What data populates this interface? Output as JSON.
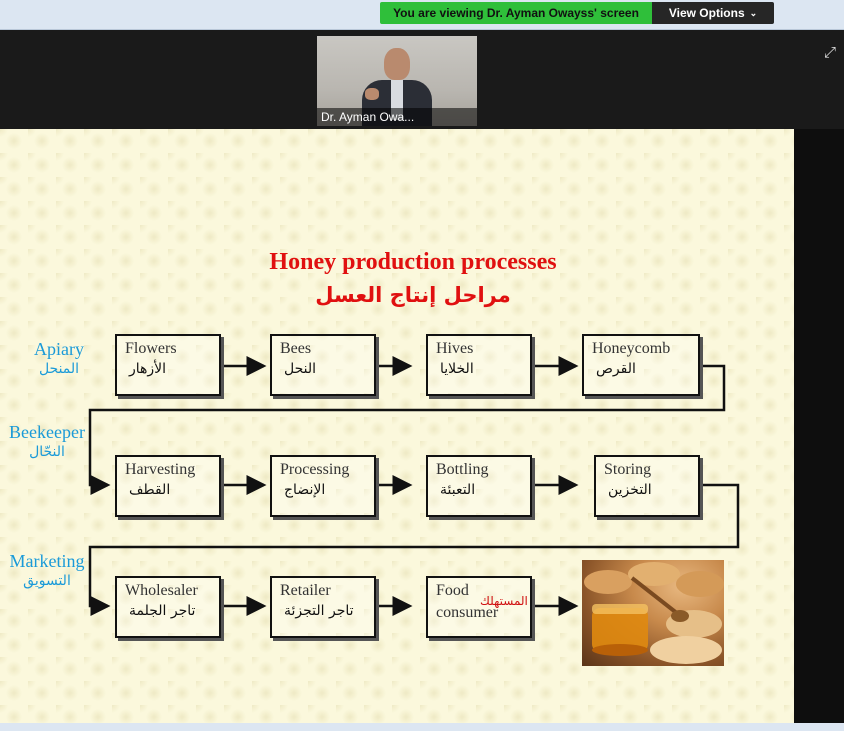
{
  "banner": {
    "viewing": "You are viewing Dr. Ayman Owayss' screen",
    "view_options": "View Options"
  },
  "participant": {
    "name": "Dr. Ayman Owa..."
  },
  "slide": {
    "title_en": "Honey production processes",
    "title_ar": "مراحل إنتاج العسل",
    "stages": [
      {
        "en": "Apiary",
        "ar": "المنحل"
      },
      {
        "en": "Beekeeper",
        "ar": "النحّال"
      },
      {
        "en": "Marketing",
        "ar": "التسويق"
      }
    ],
    "row1": [
      {
        "en": "Flowers",
        "ar": "الأزهار"
      },
      {
        "en": "Bees",
        "ar": "النحل"
      },
      {
        "en": "Hives",
        "ar": "الخلايا"
      },
      {
        "en": "Honeycomb",
        "ar": "القرص"
      }
    ],
    "row2": [
      {
        "en": "Harvesting",
        "ar": "القطف"
      },
      {
        "en": "Processing",
        "ar": "الإنضاج"
      },
      {
        "en": "Bottling",
        "ar": "التعبئة"
      },
      {
        "en": "Storing",
        "ar": "التخزين"
      }
    ],
    "row3": [
      {
        "en": "Wholesaler",
        "ar": "تاجر الجلمة"
      },
      {
        "en": "Retailer",
        "ar": "تاجر التجزئة"
      },
      {
        "en1": "Food",
        "en2": "consumer",
        "ar": "المستهلك"
      }
    ]
  },
  "colors": {
    "title": "#e01010",
    "stage": "#1a9ad8",
    "banner_green": "#2fbf3a"
  }
}
